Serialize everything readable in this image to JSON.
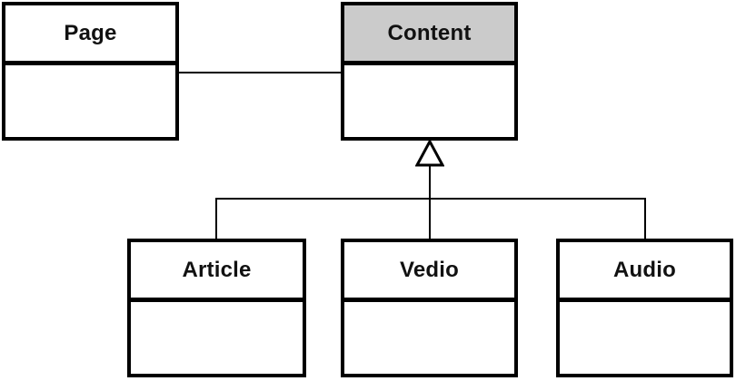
{
  "diagram": {
    "kind": "uml-class-diagram",
    "background_color": "#ffffff",
    "line_color": "#000000",
    "classes": [
      {
        "id": "page",
        "label": "Page",
        "header_fill": "#ffffff",
        "attributes": ""
      },
      {
        "id": "content",
        "label": "Content",
        "header_fill": "#cbcbcb",
        "attributes": ""
      },
      {
        "id": "article",
        "label": "Article",
        "header_fill": "#ffffff",
        "attributes": ""
      },
      {
        "id": "vedio",
        "label": "Vedio",
        "header_fill": "#ffffff",
        "attributes": ""
      },
      {
        "id": "audio",
        "label": "Audio",
        "header_fill": "#ffffff",
        "attributes": ""
      }
    ],
    "relationships": [
      {
        "type": "association",
        "from": "Page",
        "to": "Content"
      },
      {
        "type": "generalization",
        "parent": "Content",
        "children": [
          "Article",
          "Vedio",
          "Audio"
        ],
        "marker": "hollow-triangle"
      }
    ]
  }
}
